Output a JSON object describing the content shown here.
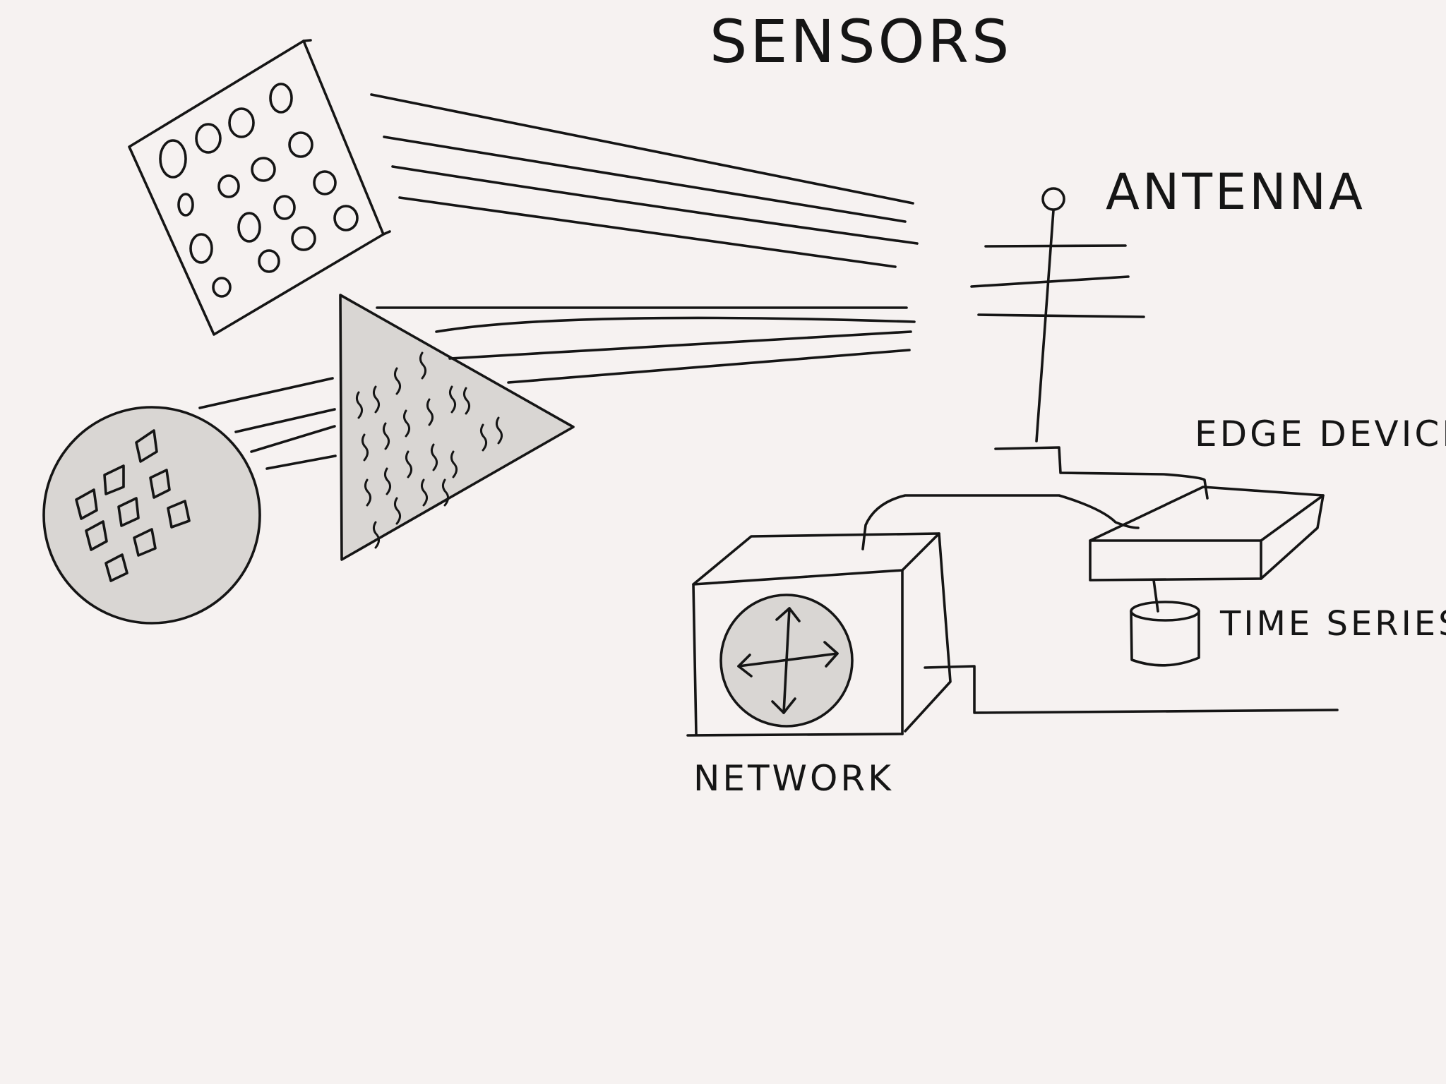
{
  "canvas": {
    "background": "#f6f2f1",
    "ink": "#151515",
    "shade": "#d9d6d3"
  },
  "labels": {
    "sensors": "SENSORS",
    "antenna": "ANTENNA",
    "edge_device": "EDGE DEVICE",
    "time_series": "TIME SERIES",
    "network": "NETWORK"
  },
  "icons": {
    "network_symbol": "four-way-arrows-icon",
    "storage": "database-cylinder-icon"
  }
}
